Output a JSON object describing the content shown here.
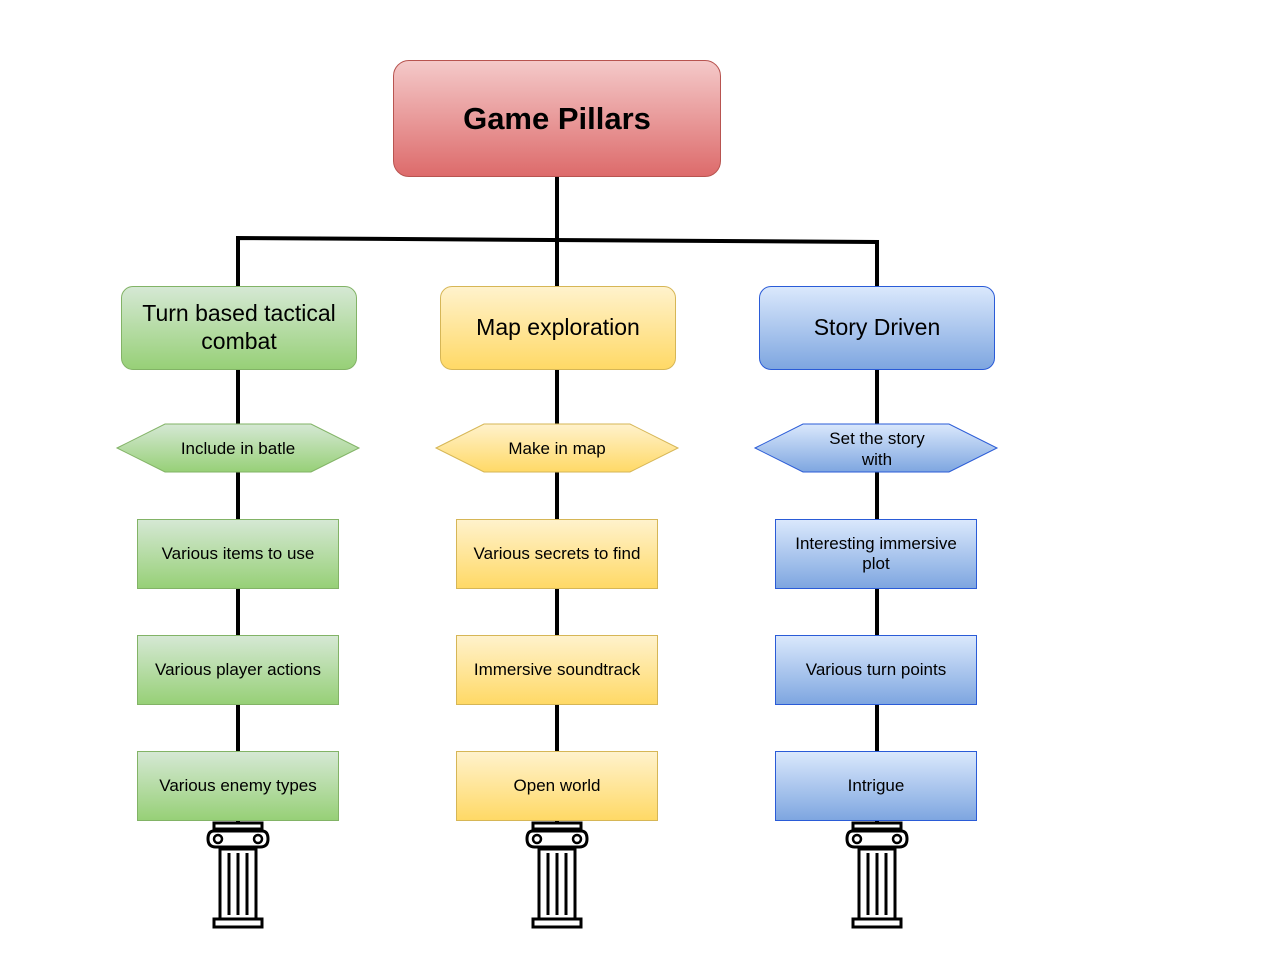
{
  "diagram": {
    "root": {
      "label": "Game Pillars"
    },
    "pillars": [
      {
        "label": "Turn based tactical combat",
        "connector": "Include in batle",
        "items": [
          "Various items to use",
          "Various player actions",
          "Various enemy types"
        ],
        "color": "green",
        "icon": "pillar-column-icon"
      },
      {
        "label": "Map exploration",
        "connector": "Make in map",
        "items": [
          "Various secrets to find",
          "Immersive soundtrack",
          "Open world"
        ],
        "color": "yellow",
        "icon": "pillar-column-icon"
      },
      {
        "label": "Story Driven",
        "connector": "Set the story with",
        "items": [
          "Interesting immersive plot",
          "Various turn points",
          "Intrigue"
        ],
        "color": "blue",
        "icon": "pillar-column-icon"
      }
    ]
  },
  "colors": {
    "root_fill": "#dd6b6b",
    "root_border": "#b85450",
    "green_fill": "#97d077",
    "green_border": "#82b366",
    "yellow_fill": "#ffd966",
    "yellow_border": "#d6b656",
    "blue_fill": "#7ea6e0",
    "blue_border": "#2a5bd7",
    "connector": "#000000"
  }
}
